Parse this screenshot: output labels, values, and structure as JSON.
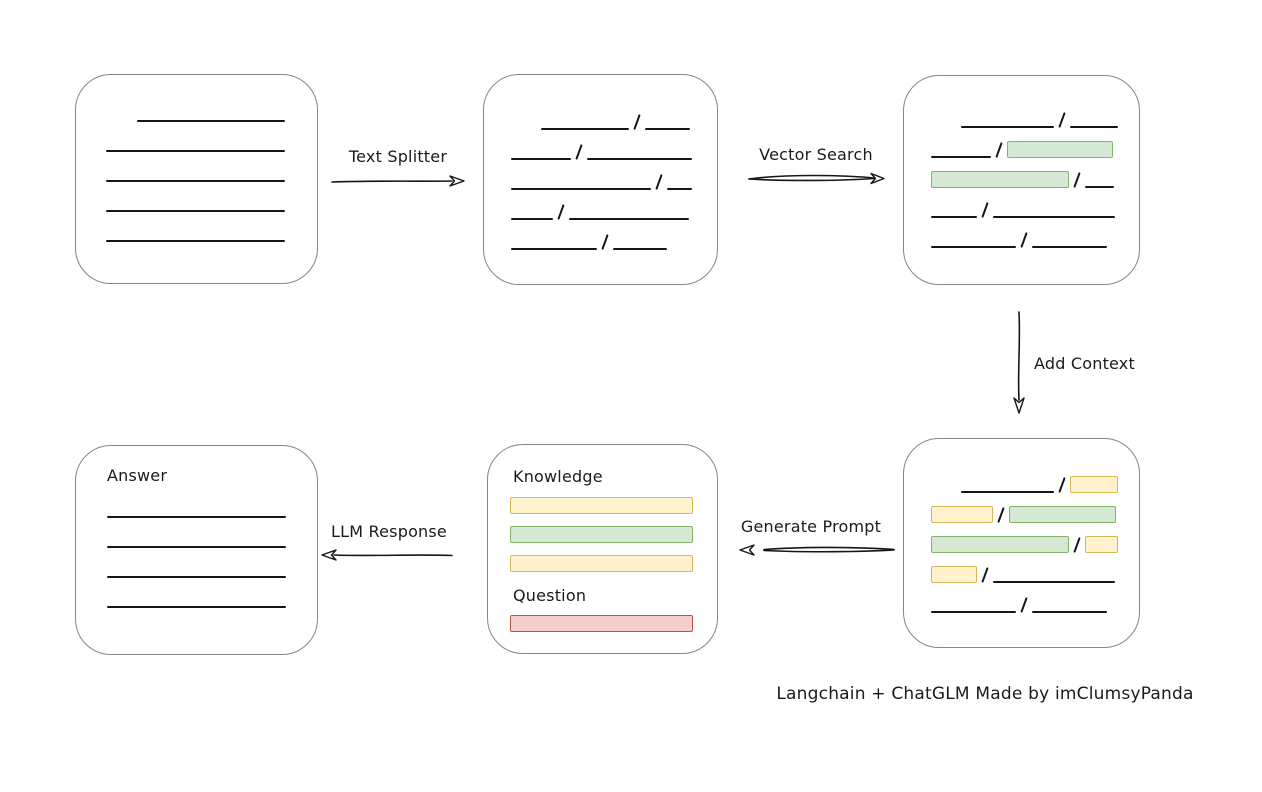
{
  "colors": {
    "green_fill": "#d5e8d4",
    "green_border": "#82b366",
    "yellow_fill": "#fff2cc",
    "yellow_border": "#d6b656",
    "red_fill": "#f8cecc",
    "red_border": "#b85450",
    "box_border": "#868686",
    "stroke": "#161616"
  },
  "arrows": {
    "text_splitter": {
      "label": "Text Splitter"
    },
    "vector_search": {
      "label": "Vector Search"
    },
    "add_context": {
      "label": "Add Context"
    },
    "generate_prompt": {
      "label": "Generate Prompt"
    },
    "llm_response": {
      "label": "LLM Response"
    }
  },
  "boxes": {
    "document": {
      "lines": [
        {
          "w": 148,
          "indent": 31
        },
        {
          "w": 179,
          "indent": 0
        },
        {
          "w": 179,
          "indent": 0
        },
        {
          "w": 179,
          "indent": 0
        },
        {
          "w": 179,
          "indent": 0
        }
      ]
    },
    "chunks": {
      "rows": [
        {
          "indent": 30,
          "segs": [
            {
              "t": "line",
              "w": 88
            },
            {
              "t": "slash"
            },
            {
              "t": "line",
              "w": 45
            }
          ]
        },
        {
          "indent": 0,
          "segs": [
            {
              "t": "line",
              "w": 60
            },
            {
              "t": "slash"
            },
            {
              "t": "line",
              "w": 105
            }
          ]
        },
        {
          "indent": 0,
          "segs": [
            {
              "t": "line",
              "w": 140
            },
            {
              "t": "slash"
            },
            {
              "t": "line",
              "w": 25
            }
          ]
        },
        {
          "indent": 0,
          "segs": [
            {
              "t": "line",
              "w": 42
            },
            {
              "t": "slash"
            },
            {
              "t": "line",
              "w": 120
            }
          ]
        },
        {
          "indent": 0,
          "segs": [
            {
              "t": "line",
              "w": 86
            },
            {
              "t": "slash"
            },
            {
              "t": "line",
              "w": 54
            }
          ]
        }
      ]
    },
    "retrieved": {
      "rows": [
        {
          "indent": 30,
          "segs": [
            {
              "t": "line",
              "w": 93
            },
            {
              "t": "slash"
            },
            {
              "t": "line",
              "w": 48
            }
          ]
        },
        {
          "indent": 0,
          "segs": [
            {
              "t": "line",
              "w": 60
            },
            {
              "t": "slash"
            },
            {
              "t": "green",
              "w": 106
            }
          ]
        },
        {
          "indent": 0,
          "segs": [
            {
              "t": "green",
              "w": 138
            },
            {
              "t": "slash"
            },
            {
              "t": "line",
              "w": 29
            }
          ]
        },
        {
          "indent": 0,
          "segs": [
            {
              "t": "line",
              "w": 46
            },
            {
              "t": "slash"
            },
            {
              "t": "line",
              "w": 122
            }
          ]
        },
        {
          "indent": 0,
          "segs": [
            {
              "t": "line",
              "w": 85
            },
            {
              "t": "slash"
            },
            {
              "t": "line",
              "w": 75
            }
          ]
        }
      ]
    },
    "context": {
      "rows": [
        {
          "indent": 30,
          "segs": [
            {
              "t": "line",
              "w": 93
            },
            {
              "t": "slash"
            },
            {
              "t": "yellow",
              "w": 48
            }
          ]
        },
        {
          "indent": 0,
          "segs": [
            {
              "t": "yellow",
              "w": 62
            },
            {
              "t": "slash"
            },
            {
              "t": "green",
              "w": 107
            }
          ]
        },
        {
          "indent": 0,
          "segs": [
            {
              "t": "green",
              "w": 138
            },
            {
              "t": "slash"
            },
            {
              "t": "yellow",
              "w": 33
            }
          ]
        },
        {
          "indent": 0,
          "segs": [
            {
              "t": "yellow",
              "w": 46
            },
            {
              "t": "slash"
            },
            {
              "t": "line",
              "w": 122
            }
          ]
        },
        {
          "indent": 0,
          "segs": [
            {
              "t": "line",
              "w": 85
            },
            {
              "t": "slash"
            },
            {
              "t": "line",
              "w": 75
            }
          ]
        }
      ]
    },
    "prompt": {
      "knowledge_label": "Knowledge",
      "question_label": "Question",
      "knowledge_bars": [
        {
          "c": "yellow",
          "w": 183
        },
        {
          "c": "green",
          "w": 183
        },
        {
          "c": "yellow",
          "w": 183
        }
      ],
      "question_bars": [
        {
          "c": "red",
          "w": 183
        }
      ]
    },
    "answer": {
      "label": "Answer",
      "lines": [
        {
          "w": 179,
          "indent": 0
        },
        {
          "w": 179,
          "indent": 0
        },
        {
          "w": 179,
          "indent": 0
        },
        {
          "w": 179,
          "indent": 0
        }
      ]
    }
  },
  "footer": {
    "credit": "Langchain + ChatGLM Made by imClumsyPanda"
  }
}
